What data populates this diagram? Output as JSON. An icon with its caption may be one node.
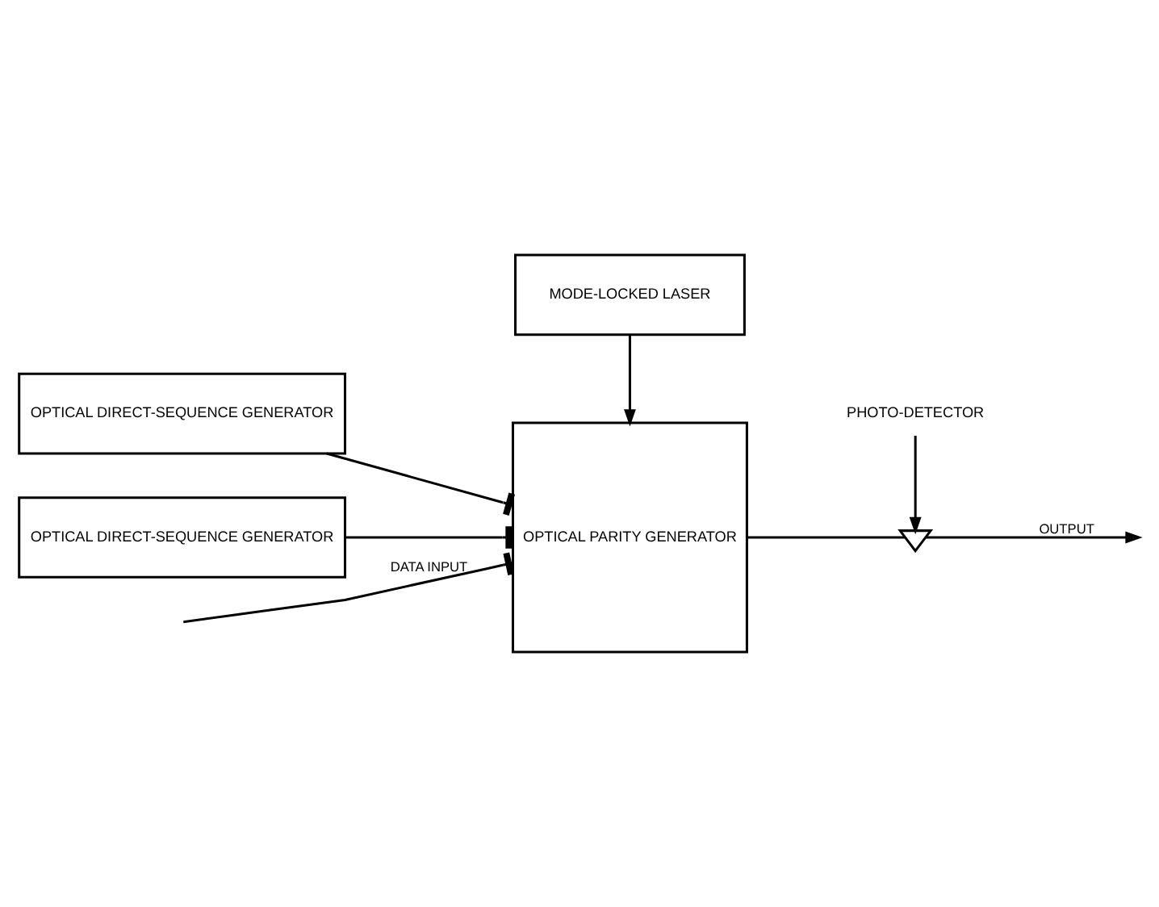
{
  "diagram": {
    "nodes": [
      {
        "text": [
          "MODE-LOCKED LASER"
        ]
      },
      {
        "text": [
          "OPTICAL DIRECT-SEQUENCE GENERATOR"
        ]
      },
      {
        "text": [
          "OPTICAL PARITY GENERATOR"
        ]
      },
      {
        "text": [
          "OPTICAL DIRECT-SEQUENCE GENERATOR"
        ]
      },
      {
        "text": [],
        "shape": "triangle"
      },
      {
        "text": [
          "PHOTO-DETECTOR"
        ]
      }
    ],
    "edges": [
      {
        "from": 0,
        "to": 2,
        "arrow": "to"
      },
      {
        "from": 1,
        "to": 2,
        "arrow": "other"
      },
      {
        "from": 3,
        "to": 2,
        "arrow": "other"
      },
      {
        "from": null,
        "to": 2,
        "arrow": "other",
        "label": "DATA INPUT"
      },
      {
        "from": 2,
        "to": 4,
        "arrow": "none"
      },
      {
        "from": 5,
        "to": 4,
        "arrow": "to"
      },
      {
        "from": 4,
        "to": null,
        "arrow": "to",
        "label": "OUTPUT"
      }
    ]
  }
}
